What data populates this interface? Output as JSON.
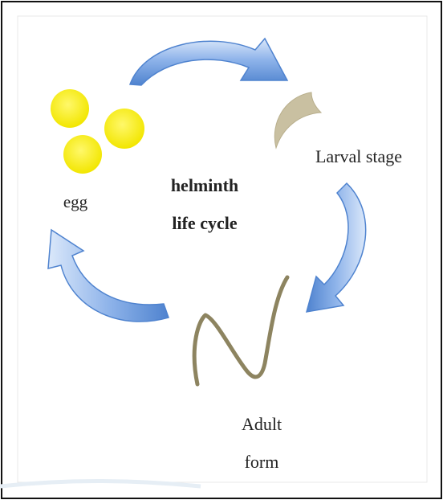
{
  "diagram": {
    "center_title_line1": "helminth",
    "center_title_line2": "life cycle",
    "stages": {
      "egg": "egg",
      "larval": "Larval stage",
      "adult_line1": "Adult",
      "adult_line2": "form"
    }
  },
  "colors": {
    "frame": "#111111",
    "arrow_fill": "#5b8fd6",
    "arrow_highlight": "#cfe0f7",
    "egg": "#f7ef1b",
    "larva": "#c9c0a1",
    "worm": "#8d8460",
    "text": "#222222"
  }
}
